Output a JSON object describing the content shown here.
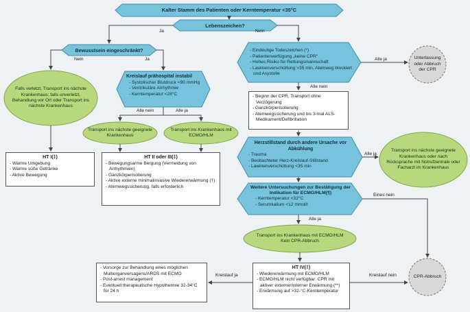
{
  "colors": {
    "hex_fill": "#78c3dc",
    "hex_stroke": "#3f8fb0",
    "green_fill": "#b9d87e",
    "green_stroke": "#7ea84a",
    "grey_fill": "#d9d9d9",
    "line": "#444444",
    "bg": "#eef2f4"
  },
  "top": "Kalter Stamm des Patienten oder Kerntemperatur <35°C",
  "life_signs": "Lebenszeichen?",
  "ja": "Ja",
  "nein": "Nein",
  "consciousness": "Bewusstsein eingeschränkt?",
  "nein2": "Nein",
  "ja2": "Ja",
  "green_left": "Falls verletzt, Transport ins nächste Krankenhaus; falls unverletzt, Behandlung vor Ort oder Transport ins nächste Krankenhaus",
  "circ": {
    "title": "Kreislauf prähospital instabil",
    "items": [
      "- Systolischer Blutdruck <90 mmHg",
      "- Ventrikuläre Arrhythmie",
      "- Kerntemperatur <28°C"
    ]
  },
  "alle_nein": "Alle nein",
  "alle_ja": "Alle ja",
  "green_mid1": "Transport ins nächste geeignete Krankenhaus",
  "green_mid2": "Transport ins Krankenhaus mit ECMO/HLM",
  "ht1": {
    "title": "HT I(‡)",
    "items": [
      "- Warme Umgebung",
      "- Warme süße Getränke",
      "- Aktive Bewegung"
    ]
  },
  "ht23": {
    "title": "HT II oder III(‡)",
    "items": [
      "- Bewegungsarme Bergung (Vermeidung von Arrhythmien)",
      "- Ganzkörperisolierung",
      "- Aktive externe minimalinvasive Wiedererwärmung (†)",
      "- Atemwegssicherung, falls erforderlich"
    ]
  },
  "death": {
    "items": [
      "- Eindeutige Todeszeichen (*)",
      "- Patientenverfügung „keine CPR“",
      "- Hohes Risiko für Rettungsmannschaft",
      "- Lawinenverschüttung >35 min, Atemweg blockiert und Asystolie"
    ]
  },
  "alle_ja_right": "Alle ja",
  "stop_cpr": "Unterlassung oder Abbruch der CPR",
  "alle_nein2": "Alle nein",
  "cpr_box": {
    "items": [
      "- Beginn der CPR, Transport ohne Verzögerung",
      "- Ganzkörperisolierung",
      "- Atemwegssicherung und bis 3-mal ALS-Medikament/Defibrillation"
    ]
  },
  "cause": {
    "title": "Herzstillstand durch andere Ursache vor Abkühlung",
    "items": [
      "- Trauma",
      "- Beobachteter Herz-Kreislauf-Stillstand",
      "- Lawinenverschüttung <35 min"
    ]
  },
  "alle_ja3": "Alle ja",
  "green_right": "Transport ins nächste geeignete Krankenhaus oder nach Rücksprache mit Notrufzentrale oder Facharzt im Krankenhaus",
  "further": {
    "title": "Weitere Untersuchungen zur Bestätigung der Indikation für ECMO/HLM(¶)",
    "items": [
      "- Kerntemperatur <32°C",
      "- Serumkalium <12 mmol/l"
    ]
  },
  "eines_nein": "Eines nein",
  "alle_ja4": "Alle ja",
  "green_bottom": "Transport ins Krankenhaus mit ECMO/HLM Kein CPR-Abbruch",
  "ht4": {
    "title": "HT IV(‡)",
    "items": [
      "- Wiedererwärmung mit ECMO/HLM",
      "- ECMO/HLM nicht verfügbar: CPR mit aktiver externer/interner Erwärmung (**)",
      "- Erwärmung auf >32-°C-Kerntemperatur"
    ]
  },
  "kreislauf_ja": "Kreislauf ja",
  "kreislauf_nein": "Kreislauf nein",
  "final_left": {
    "items": [
      "- Vorsorge zur Behandlung eines möglichen Multiorganversagens/ARDS mit ECMO",
      "- Post-arrest management",
      "- Eventuell therapeutische Hypothermie 32-34°C für 24 h"
    ]
  },
  "cpr_stop2": "CPR-Abbruch"
}
